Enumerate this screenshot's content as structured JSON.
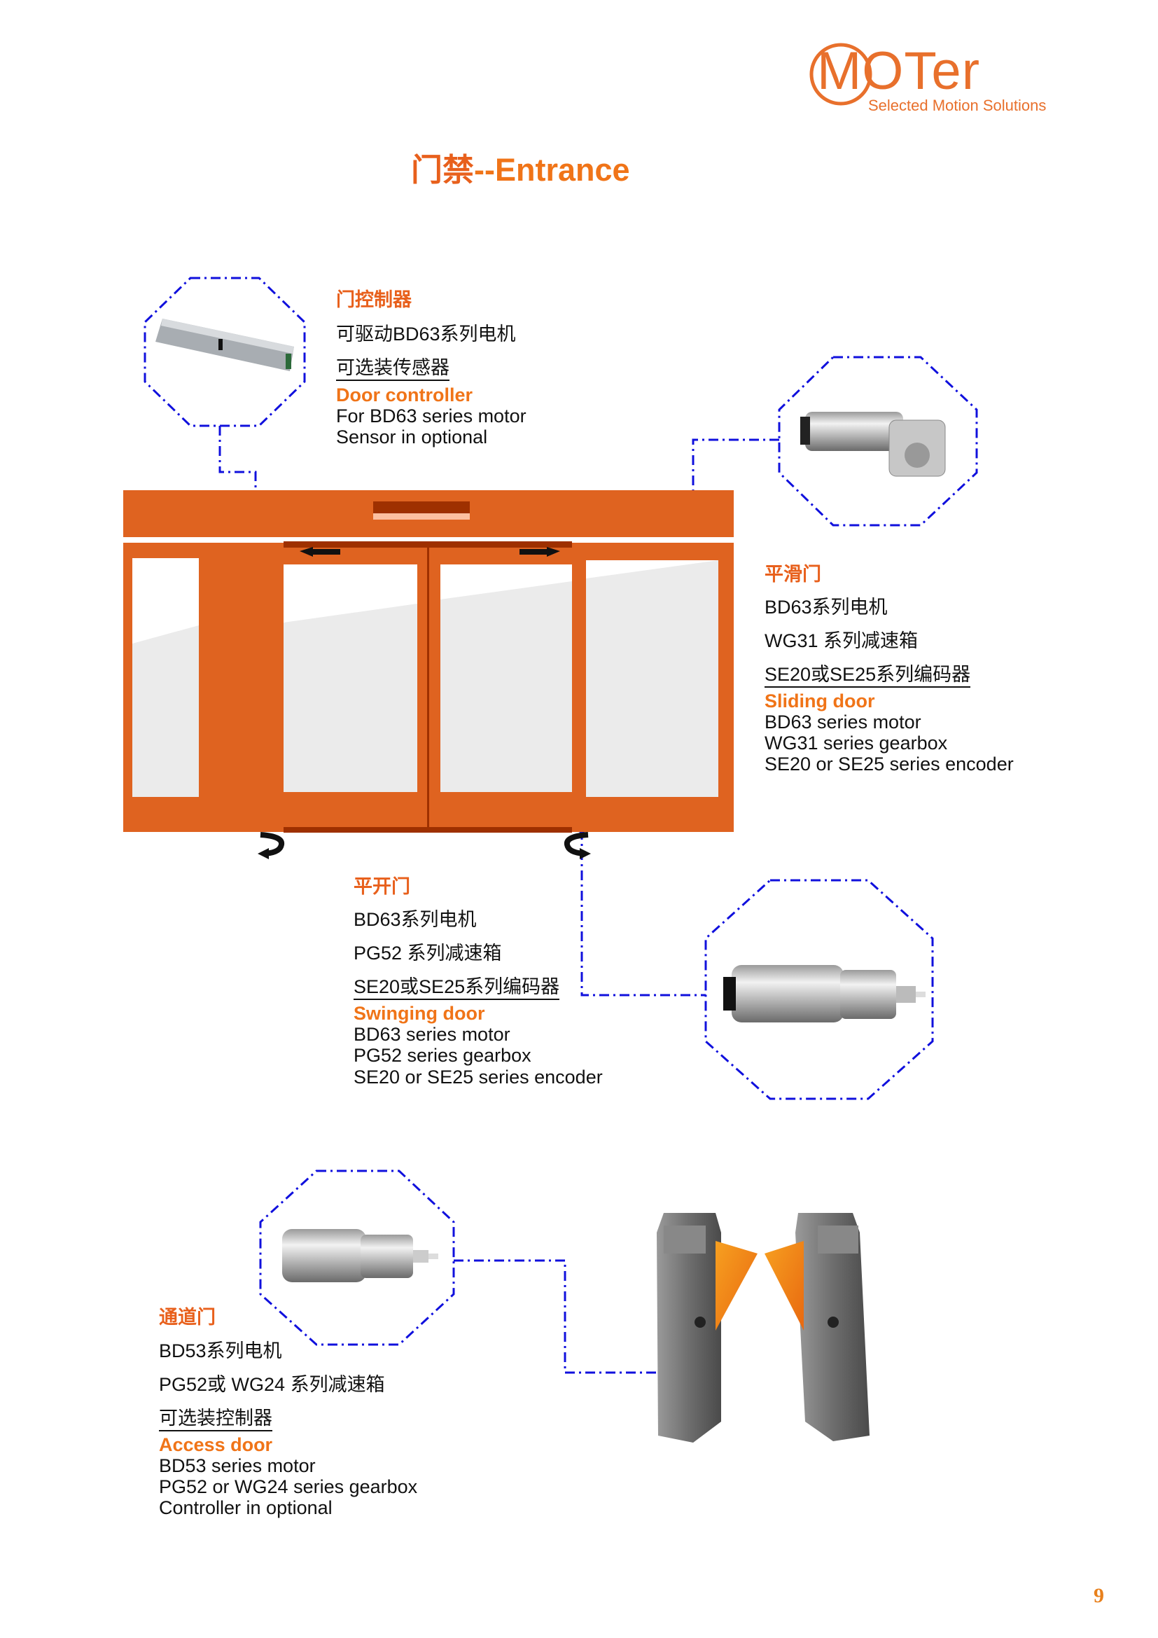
{
  "logo": {
    "brand": "MOTer",
    "tagline": "Selected Motion Solutions"
  },
  "title": {
    "zh": "门禁",
    "sep": "--",
    "en": "Entrance"
  },
  "controller": {
    "zh_title": "门控制器",
    "zh_lines": [
      "可驱动BD63系列电机",
      "可选装传感器"
    ],
    "en_title": "Door controller",
    "en_lines": [
      "For BD63 series motor",
      "Sensor in optional"
    ]
  },
  "sliding": {
    "zh_title": "平滑门",
    "zh_lines": [
      "BD63系列电机",
      "WG31 系列减速箱",
      "SE20或SE25系列编码器"
    ],
    "en_title": "Sliding door",
    "en_lines": [
      "BD63 series motor",
      "WG31 series gearbox",
      "SE20 or SE25 series encoder"
    ]
  },
  "swinging": {
    "zh_title": "平开门",
    "zh_lines": [
      "BD63系列电机",
      "PG52 系列减速箱",
      "SE20或SE25系列编码器"
    ],
    "en_title": "Swinging door",
    "en_lines": [
      "BD63 series motor",
      "PG52 series gearbox",
      "SE20 or SE25 series encoder"
    ]
  },
  "access": {
    "zh_title": "通道门",
    "zh_lines": [
      "BD53系列电机",
      "PG52或 WG24 系列减速箱",
      "可选装控制器"
    ],
    "en_title": "Access door",
    "en_lines": [
      "BD53 series motor",
      "PG52 or WG24 series gearbox",
      "Controller in optional"
    ]
  },
  "page_number": "9",
  "colors": {
    "accent": "#f07418",
    "door": "#df6320",
    "door_dark": "#9e3000",
    "connector": "#0000ee"
  }
}
